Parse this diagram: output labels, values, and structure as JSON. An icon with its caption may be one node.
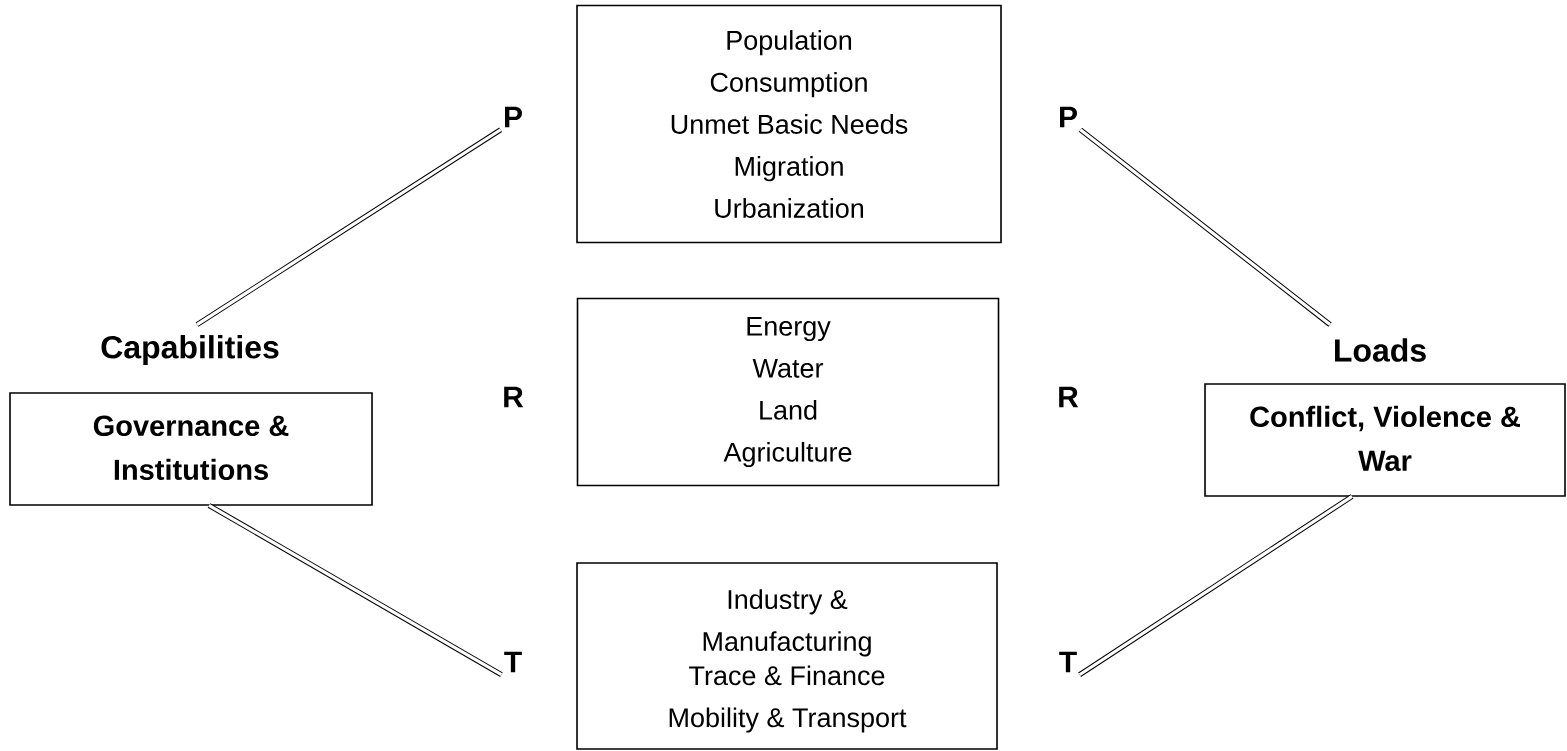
{
  "diagram": {
    "nodes": [
      {
        "text": [
          "Population",
          "Consumption",
          "Unmet Basic Needs",
          "Migration",
          "Urbanization"
        ]
      },
      {
        "text": [
          "P"
        ]
      },
      {
        "text": [
          "P"
        ]
      },
      {
        "text": [
          "Capabilities",
          "Governance & Institutions"
        ]
      },
      {
        "text": [
          "Energy",
          "Water",
          "Land",
          "Agriculture"
        ]
      },
      {
        "text": [
          "Loads",
          "Conflict, Violence & War"
        ]
      },
      {
        "text": [
          "Industry & Manufacturing",
          "Trace & Finance",
          "Mobility & Transport"
        ]
      },
      {
        "text": [
          "T"
        ]
      },
      {
        "text": [
          "T"
        ]
      }
    ],
    "edges": [
      {
        "from": 3,
        "to": 1,
        "arrow": "none"
      },
      {
        "from": 2,
        "to": 5,
        "arrow": "none"
      },
      {
        "from": 3,
        "to": 7,
        "arrow": "none"
      },
      {
        "from": 8,
        "to": 5,
        "arrow": "none"
      }
    ],
    "labels": [
      "R",
      "R"
    ]
  }
}
